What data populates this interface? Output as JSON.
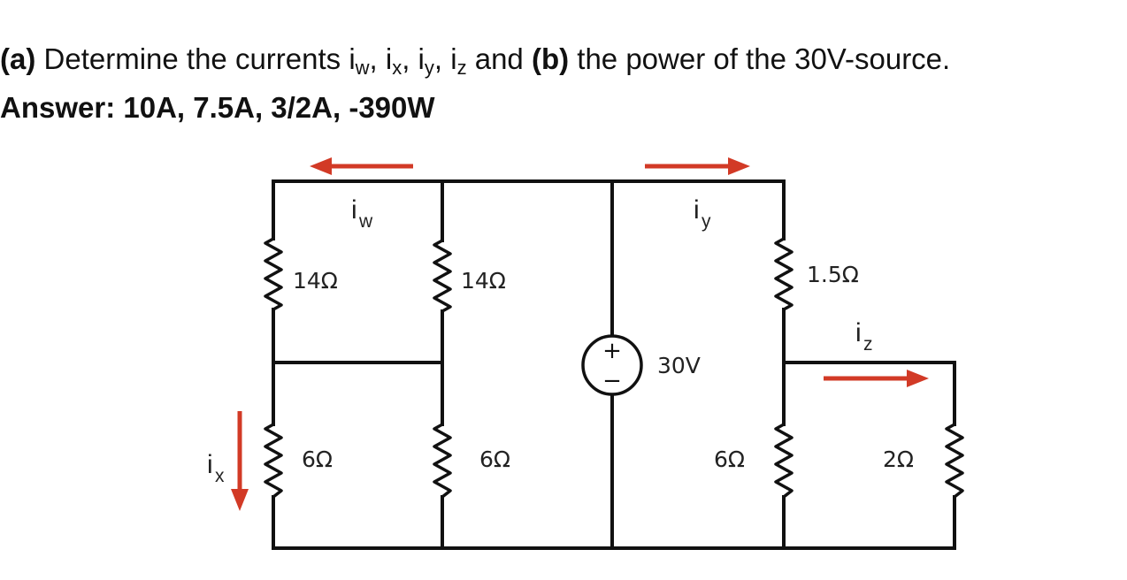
{
  "question": {
    "part_a_label": "(a)",
    "part_a_text_1": "Determine the currents i",
    "sub_w": "w",
    "sep_1": ", i",
    "sub_x": "x",
    "sep_2": ", i",
    "sub_y": "y",
    "sep_3": ", i",
    "sub_z": "z",
    "part_a_text_2": " and ",
    "part_b_label": "(b)",
    "part_b_text": " the power of the 30V-source."
  },
  "answer": "Answer: 10A, 7.5A, 3/2A, -390W",
  "circuit": {
    "resistors": {
      "r1": "14Ω",
      "r2": "14Ω",
      "r3": "1.5Ω",
      "r4": "6Ω",
      "r5": "6Ω",
      "r6": "6Ω",
      "r7": "2Ω"
    },
    "source": {
      "label": "30V",
      "plus": "+",
      "minus": "−"
    },
    "currents": {
      "w": {
        "main": "i",
        "sub": "w"
      },
      "x": {
        "main": "i",
        "sub": "x"
      },
      "y": {
        "main": "i",
        "sub": "y"
      },
      "z": {
        "main": "i",
        "sub": "z"
      }
    },
    "arrow_color": "#d23a26"
  }
}
